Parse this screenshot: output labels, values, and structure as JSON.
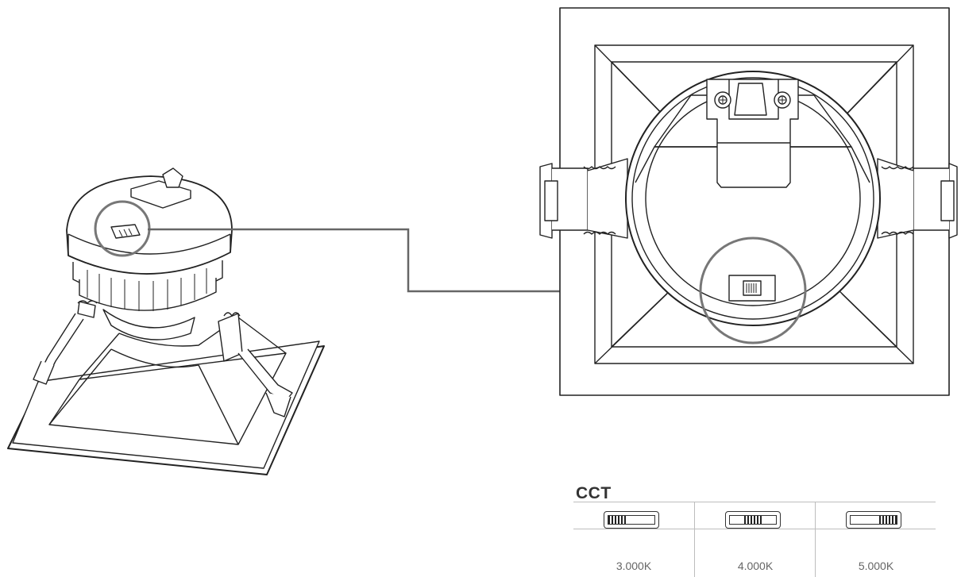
{
  "cct": {
    "title": "CCT",
    "options": [
      {
        "label": "3.000K",
        "position": "left"
      },
      {
        "label": "4.000K",
        "position": "center"
      },
      {
        "label": "5.000K",
        "position": "right"
      }
    ]
  }
}
